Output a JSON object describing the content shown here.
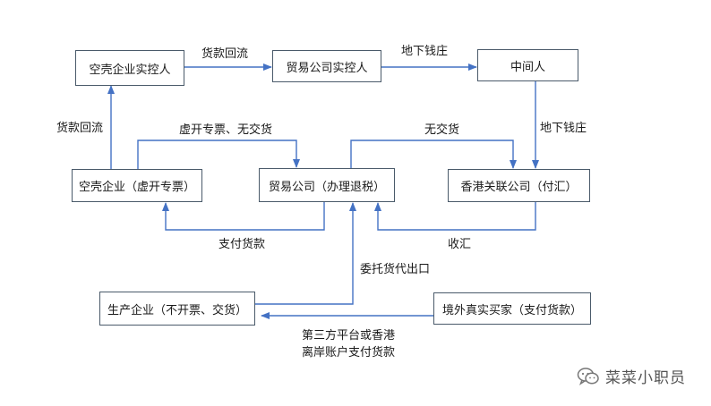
{
  "nodes": {
    "shell_controller": "空壳企业实控人",
    "trade_controller": "贸易公司实控人",
    "middleman": "中间人",
    "shell_company": "空壳企业（虚开专票）",
    "trade_company": "贸易公司（办理退税）",
    "hk_company": "香港关联公司（付汇）",
    "producer": "生产企业（不开票、交货）",
    "overseas_buyer": "境外真实买家（支付货款）"
  },
  "labels": {
    "payment_return_top": "货款回流",
    "underground_bank_top": "地下钱庄",
    "payment_return_left": "货款回流",
    "fake_invoice": "虚开专票、无交货",
    "no_goods": "无交货",
    "underground_bank_right": "地下钱庄",
    "pay_goods": "支付货款",
    "receive_remit": "收汇",
    "entrusted_export": "委托货代出口",
    "third_party_line1": "第三方平台或香港",
    "third_party_line2": "离岸账户支付货款"
  },
  "watermark": {
    "text": "菜菜小职员"
  },
  "colors": {
    "arrow": "#4472c4",
    "border": "#4a5a6a"
  }
}
